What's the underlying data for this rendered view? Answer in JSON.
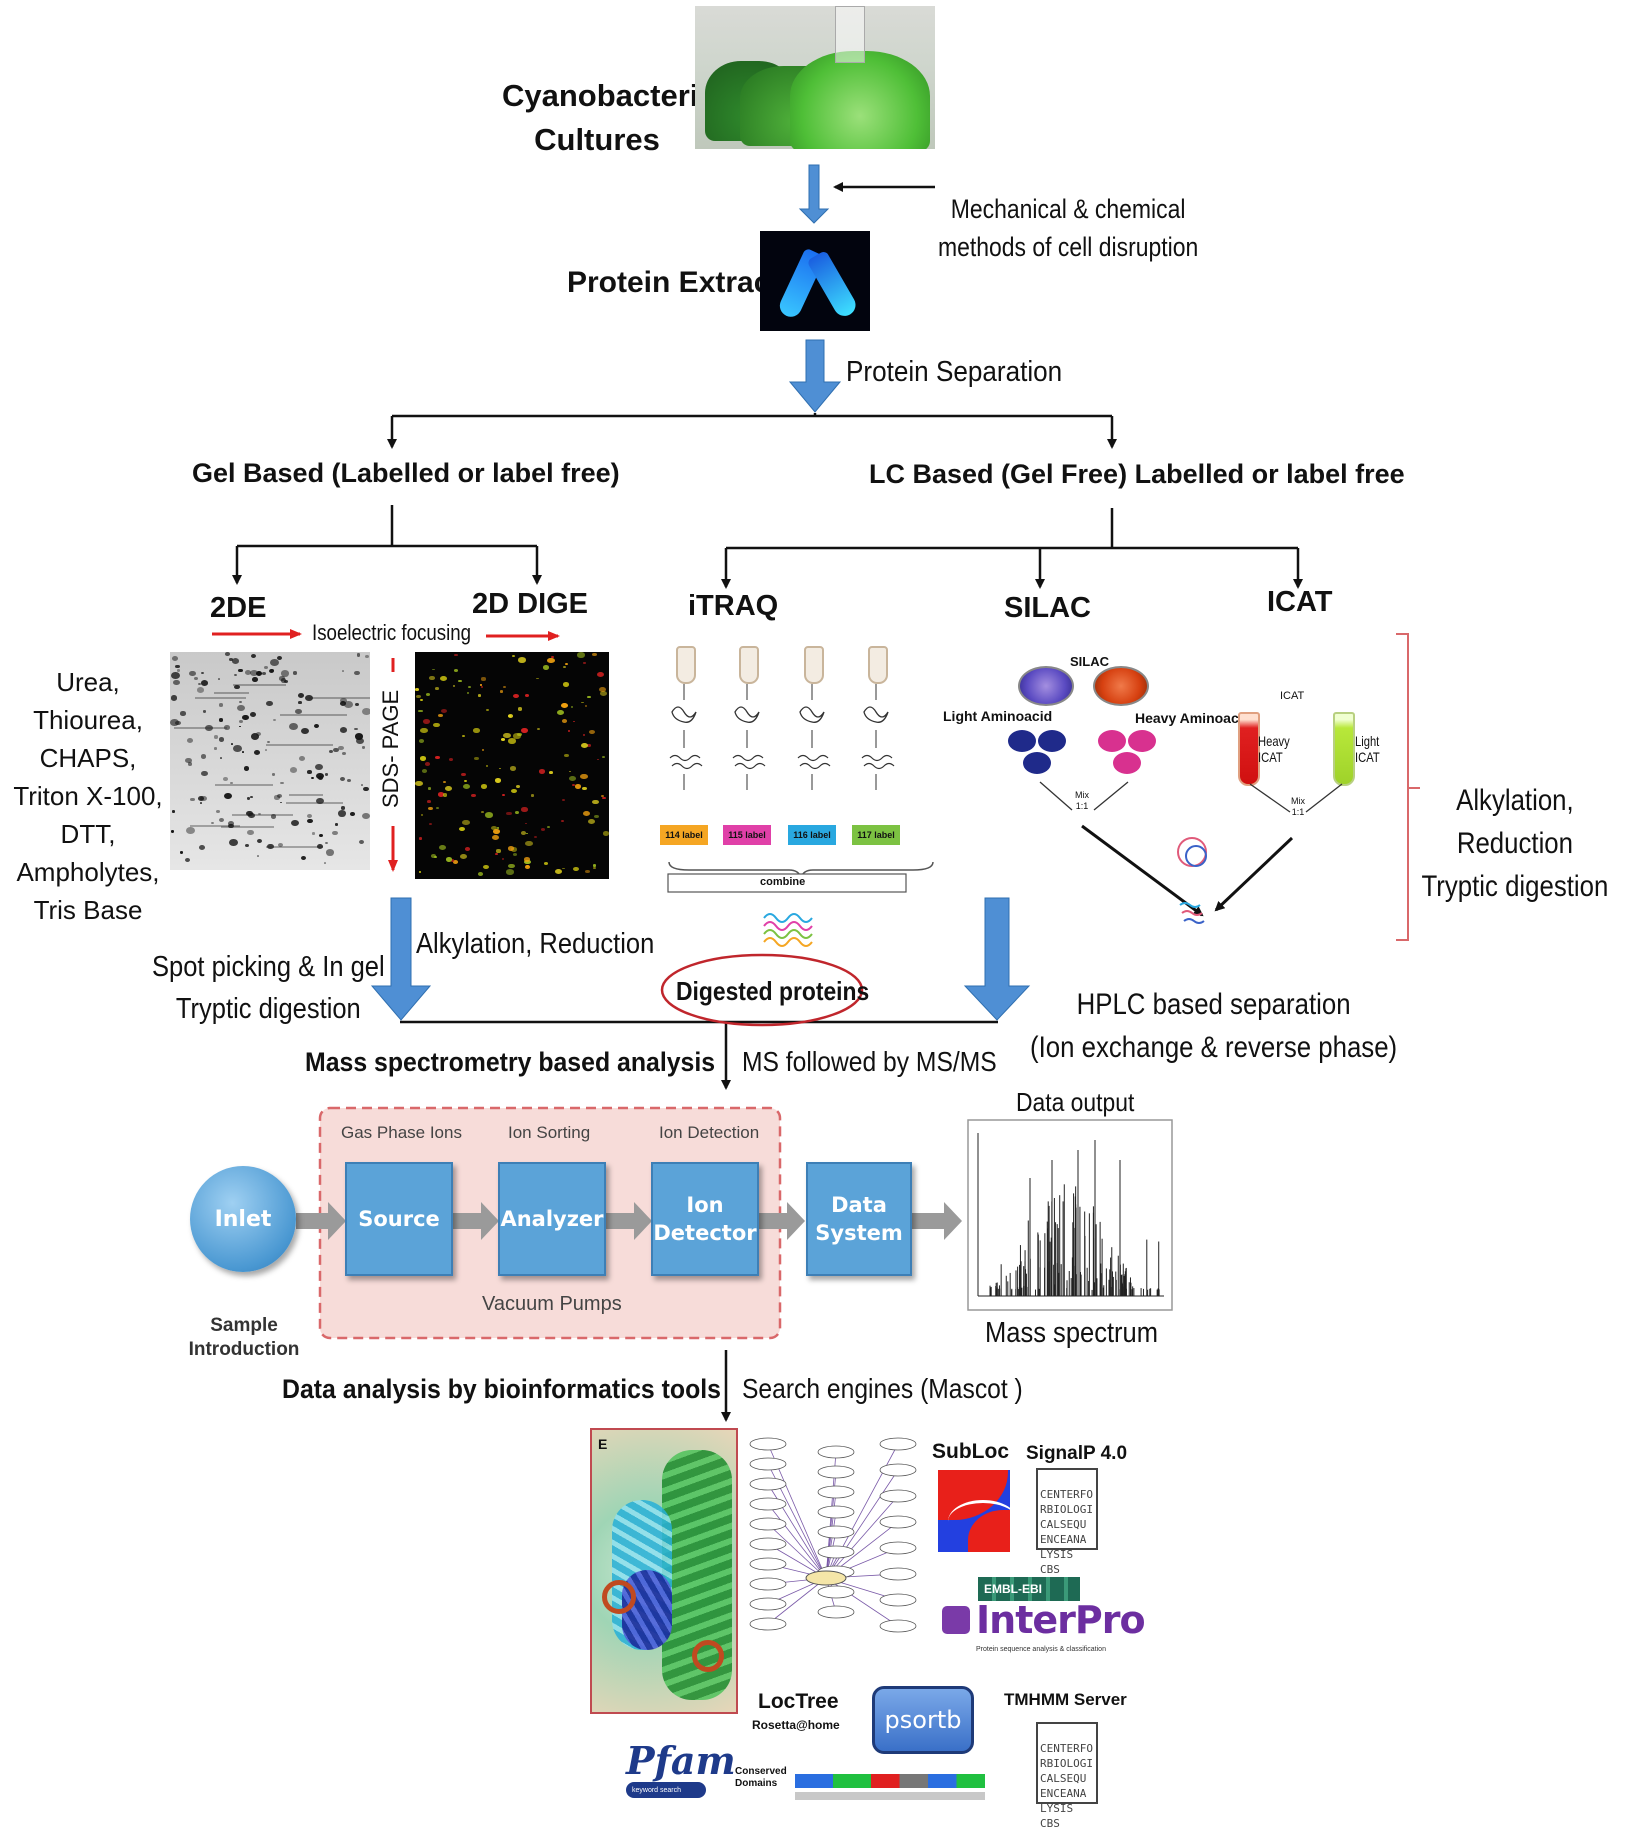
{
  "top": {
    "cultures_label": "Cyanobacterial\nCultures",
    "disruption_label": "Mechanical & chemical\nmethods of cell disruption",
    "extracts_label": "Protein Extracts",
    "separation_label": "Protein Separation"
  },
  "gel": {
    "title": "Gel Based (Labelled or label free)",
    "branch_2de": "2DE",
    "branch_dige": "2D DIGE",
    "isoelectric": "Isoelectric focusing",
    "sds_page": "SDS- PAGE",
    "reagents": "Urea, Thiourea,\nCHAPS,\nTriton X-100,\nDTT,\nAmpholytes,\nTris Base",
    "spot_picking": "Spot picking & In gel\nTryptic digestion",
    "alkylation": "Alkylation, Reduction"
  },
  "lc": {
    "title": "LC Based (Gel Free) Labelled or label free",
    "itraq": "iTRAQ",
    "silac": "SILAC",
    "icat": "ICAT",
    "itraq_labels": [
      "114 label",
      "115 label",
      "116 label",
      "117 label"
    ],
    "itraq_label_colors": [
      "#f5a623",
      "#e040a8",
      "#29a8e0",
      "#7cc242"
    ],
    "combine": "combine",
    "digested": "Digested proteins",
    "silac_small": "SILAC",
    "light_aa": "Light Aminoacid",
    "heavy_aa": "Heavy Aminoacid",
    "icat_small": "ICAT",
    "heavy_icat": "Heavy\nICAT",
    "light_icat": "Light\nICAT",
    "mix": "Mix\n1:1",
    "alk_tryptic": "Alkylation, Reduction\nTryptic digestion",
    "hplc": "HPLC based separation\n(Ion exchange & reverse phase)"
  },
  "ms": {
    "title": "Mass spectrometry based analysis",
    "note": "MS followed by MS/MS",
    "gas_phase": "Gas Phase Ions",
    "ion_sorting": "Ion Sorting",
    "ion_detection": "Ion Detection",
    "inlet": "Inlet",
    "source": "Source",
    "analyzer": "Analyzer",
    "ion_detector": "Ion\nDetector",
    "data_system": "Data\nSystem",
    "sample_intro": "Sample\nIntroduction",
    "vacuum": "Vacuum Pumps",
    "data_output": "Data output",
    "mass_spectrum": "Mass spectrum"
  },
  "bio": {
    "title": "Data analysis by bioinformatics tools",
    "note": "Search engines (Mascot )",
    "subloc": "SubLoc",
    "signalp": "SignalP 4.0",
    "cbs_text": "CENTERFO\nRBIOLOGI\nCALSEQU\nENCEANA\nLYSIS CBS",
    "embl": "EMBL-EBI",
    "interpro": "InterPro",
    "interpro_sub": "Protein sequence analysis & classification",
    "loctree": "LocTree",
    "rosetta": "Rosetta@home",
    "psortb": "psortb",
    "tmhmm": "TMHMM Server",
    "pfam": "Pfam",
    "pfam_sub": "keyword search",
    "conserved": "Conserved\nDomains",
    "panel_e": "E"
  },
  "colors": {
    "arrow_blue": "#4f8fd4",
    "box_blue": "#5ba3d8",
    "dashed_red": "#d9686a",
    "dashed_fill": "#f7dcd9",
    "red_arrow": "#e02020"
  }
}
